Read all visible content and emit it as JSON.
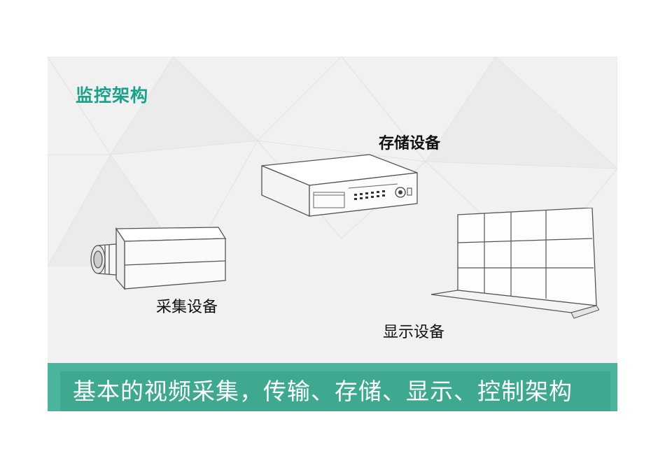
{
  "slide": {
    "title": "监控架构",
    "devices": {
      "storage_label": "存储设备",
      "camera_label": "采集设备",
      "display_label": "显示设备"
    },
    "banner_text": "基本的视频采集，传输、存储、显示、控制架构"
  },
  "colors": {
    "title": "#1aa38a",
    "banner": "#4db39c",
    "background": "#f1f1f1"
  },
  "icons": [
    "dvr-recorder-icon",
    "box-camera-icon",
    "video-wall-icon"
  ]
}
